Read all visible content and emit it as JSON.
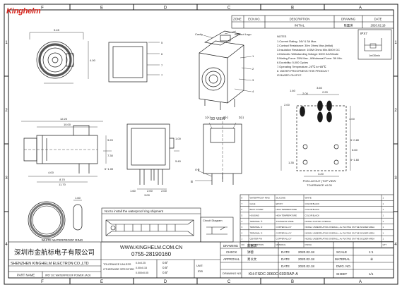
{
  "brand": {
    "logo_text": "Kinghelm",
    "colors": {
      "brand_red": "#d7261e",
      "line": "#1a1a1a",
      "paper": "#ffffff"
    }
  },
  "border": {
    "columns": [
      "F",
      "E",
      "D",
      "C",
      "B",
      "A"
    ],
    "rows": [
      "1",
      "2",
      "3",
      "4"
    ]
  },
  "revision": {
    "headers": [
      "ZONE",
      "ECN.NO.",
      "DESCRIPTION",
      "DRAWING",
      "DATE"
    ],
    "row": [
      "",
      "",
      "INITIAL",
      "陈嘉琪",
      "2020.02.18"
    ]
  },
  "ip_box": {
    "title": "IPX7",
    "unit": "1m/30min"
  },
  "notes": {
    "title": "NOTES",
    "lines": [
      "1.Current Rating: 24V & 3A Max.",
      "2.Contact Resistance: 30m Ohms Max.(Initial)",
      "3.Insulation Resistance: 100M Ohms Min./500V DC",
      "4.Dielectric Withstanding Voltage: 500V AC/Minute",
      "5.Mating Force: 25N Max., Withdrawal Force: 3N Min.",
      "6.Durability: 5,000 Cycles",
      "7.Operating Temperature:-25℃ to+85℃",
      "8. WATER PROOFNESS:THIS PRODUCT",
      "    IS BASED ON IPX7."
    ]
  },
  "labels": {
    "cavity": "Cavity",
    "without_logo": "Without Logo",
    "view_3d": "3D VIEW",
    "ring": "WHITE WATERPROOF RING",
    "pcb_layout": "PCB LAYOUT (TOP VIEW",
    "tolerance_note": "TOLERANCE ±0.05",
    "pin1": "1(+)",
    "pin2": "2(-)",
    "pin3": "3(-)",
    "warn": "Not to install the waterproof ring shipment",
    "circuit": "Circuit Diagram",
    "ring_dim": "1.60",
    "pin_callout": "4-ϕ",
    "callout_b": "B"
  },
  "dimensions": {
    "top": [
      "5.45",
      "4.00"
    ],
    "front_top": [
      "12.20",
      "10.00"
    ],
    "front_side": [
      "5.20",
      "7.30",
      "5~1.00",
      "4.00"
    ],
    "front_bottom": [
      "8.70",
      "11.70"
    ],
    "mid": [
      "1.60",
      "2.00",
      "2.00",
      "3.00"
    ],
    "mid_side": [
      "1.00",
      "5.40"
    ],
    "pcb_top": [
      "1.60",
      "2.00",
      "2.20",
      "3.60"
    ],
    "pcb_side": [
      "2.00",
      "4.00",
      "5~0.80",
      "8.60",
      "5~1.60",
      "1.35"
    ],
    "pcb_bottom": [
      "3.20"
    ],
    "callouts": [
      "1",
      "2",
      "3",
      "4",
      "5",
      "6",
      "7"
    ]
  },
  "bom": {
    "headers": [
      "NO.",
      "DESCRIPTION",
      "MATERIAL",
      "FINISH",
      "QTY"
    ],
    "rows": [
      [
        "8",
        "WATERPROOF RING",
        "SILICONE",
        "WHITE",
        "1"
      ],
      [
        "7",
        "GLUE",
        "EPOXY",
        "COLOR BLACK",
        "1"
      ],
      [
        "6",
        "BACK COVER",
        "HIGH TEMPERATURE",
        "COLOR BLACK",
        "1"
      ],
      [
        "5",
        "HOUSING",
        "HIGH TEMPERATURE",
        "COLOR BLACK",
        "1"
      ],
      [
        "4",
        "TERMINAL ③",
        "STAINLESS STEEL",
        "NICKEL PLATING OVERALL",
        "1"
      ],
      [
        "3",
        "TERMINAL ②",
        "COPPER ALLOY",
        "NICKEL UNDERPLATING OVERALL, Au PLATING ON THE SOLDER AREA",
        "1"
      ],
      [
        "2",
        "TERMINAL ①",
        "COPPER ALLOY",
        "NICKEL UNDERPLATING OVERALL, Au PLATING ON THE SOLDER AREA",
        "1"
      ],
      [
        "1",
        "CENTER PIN",
        "COPPER ALLOY",
        "NICKEL UNDERPLATING OVERALL, Au PLATING ON THE SOLDER AREA",
        "1"
      ]
    ]
  },
  "title_block": {
    "company_cn": "深圳市金航标电子有限公司",
    "company_en": "SHENZHEN KINGHELM ELECTRON CO.,LTD",
    "website": "WWW.KINGHELM.COM.CN",
    "phone": "0755-28190160",
    "part_name_label": "PART NAME",
    "part_name": "IP67 DC WATERPROOF POWER JACK",
    "tolerance_label": "TOLERANCE UNLESS",
    "otherwise_label": "OTHERWISE SPECIFIED",
    "tol_values": [
      "0.0±0.25",
      "0.00±0.15",
      "0.000±0.05"
    ],
    "angle_values": [
      "0.5°",
      "0.5°",
      "0.5°"
    ],
    "unit_label": "UNIT:",
    "unit_value": "mm",
    "drawing_label": "DRAWING",
    "drawing_name": "陈嘉琪",
    "check_label": "CHECK",
    "check_name": "钟德",
    "approval_label": "APPROVAL",
    "approval_name": "易以文",
    "date_label": "DATE",
    "dates": [
      "2020.02.18",
      "2020.02.18",
      "2020.02.18"
    ],
    "scale_label": "SCALE",
    "scale_value": "1:1",
    "material_label": "MATERIAL",
    "material_value": "※",
    "dwg_no_label": "DWG. NO.",
    "drawing_no_label": "DRAWING NO.",
    "drawing_no": "KH-FSDC-3060C-03DRAP-A",
    "sheet_label": "SHEET",
    "sheet_value": "1/1"
  }
}
